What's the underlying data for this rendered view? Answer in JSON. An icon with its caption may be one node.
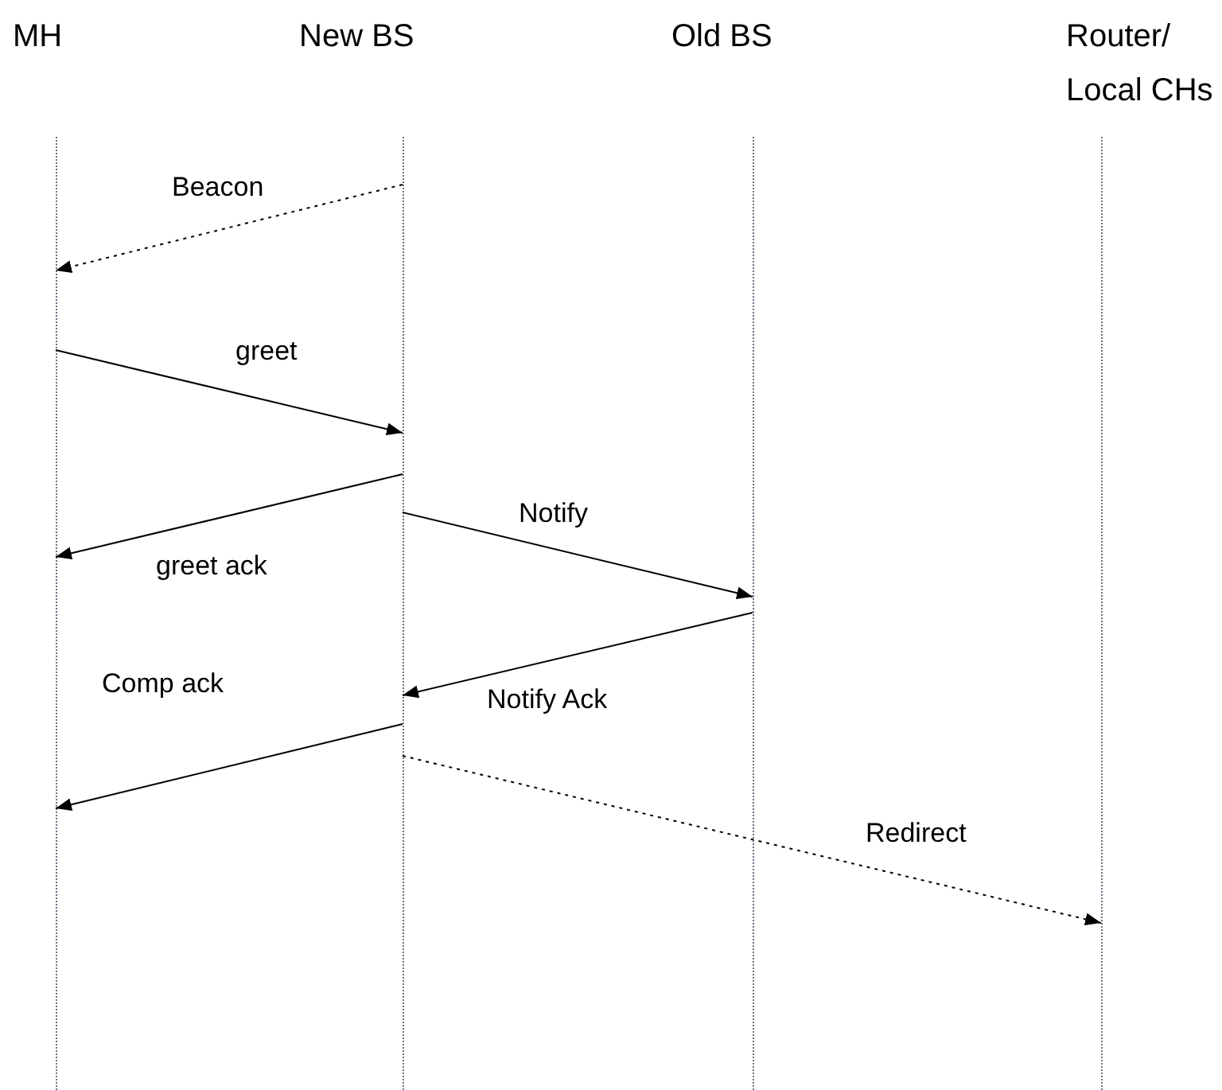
{
  "diagram": {
    "nodes": [
      {
        "text": [
          "MH"
        ]
      },
      {
        "text": [
          "New BS"
        ]
      },
      {
        "text": [
          "Old BS"
        ]
      },
      {
        "text": [
          "Router/ Local CHs"
        ]
      }
    ],
    "edges": [
      {
        "from": 1,
        "to": 0,
        "arrow": "to",
        "label": "Beacon",
        "style": "dashed"
      },
      {
        "from": 0,
        "to": 1,
        "arrow": "to",
        "label": "greet"
      },
      {
        "from": 1,
        "to": 0,
        "arrow": "to",
        "label": "greet ack"
      },
      {
        "from": 1,
        "to": 2,
        "arrow": "to",
        "label": "Notify"
      },
      {
        "from": 2,
        "to": 1,
        "arrow": "to",
        "label": "Notify Ack"
      },
      {
        "from": 1,
        "to": 0,
        "arrow": "to",
        "label": "Comp ack"
      },
      {
        "from": 1,
        "to": 3,
        "arrow": "to",
        "label": "Redirect",
        "style": "dashed"
      }
    ]
  }
}
